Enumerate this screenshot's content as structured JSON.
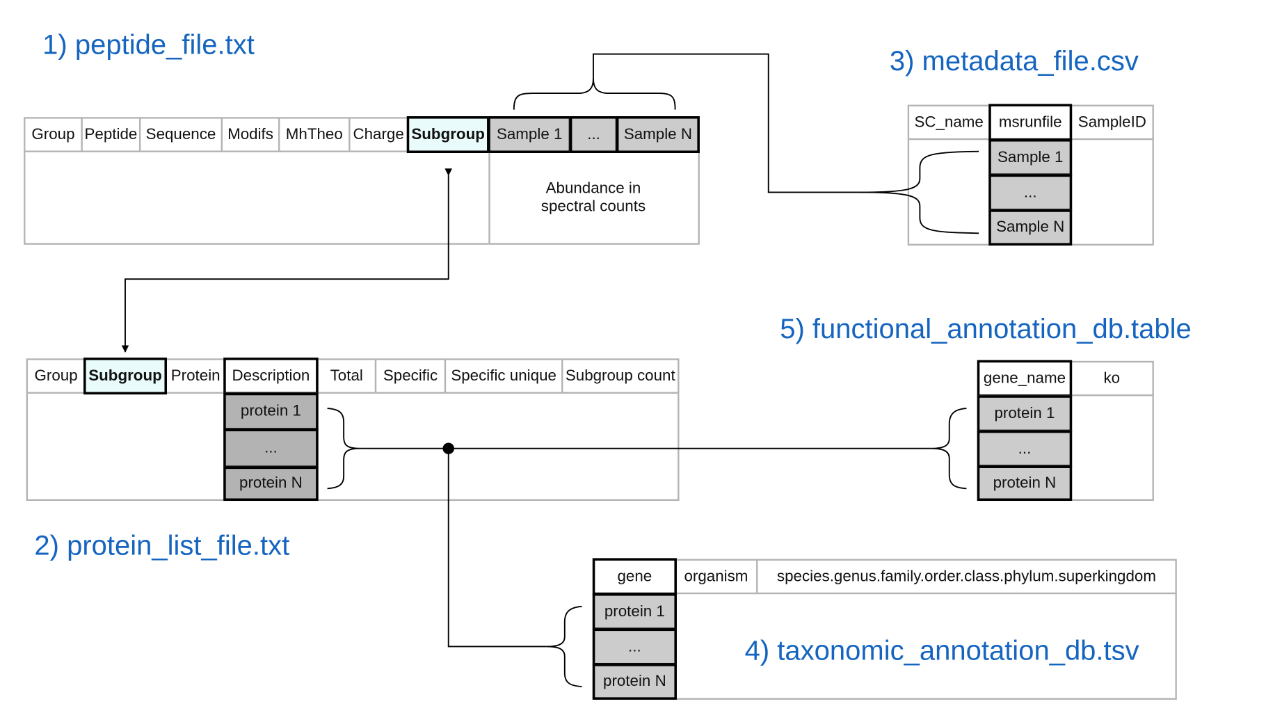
{
  "titles": {
    "peptide": "1)   peptide_file.txt",
    "protein": "2) protein_list_file.txt",
    "metadata": "3) metadata_file.csv",
    "taxonomic": "4) taxonomic_annotation_db.tsv",
    "functional": "5) functional_annotation_db.table"
  },
  "peptide_file": {
    "headers": [
      "Group",
      "Peptide",
      "Sequence",
      "Modifs",
      "MhTheo",
      "Charge",
      "Subgroup",
      "Sample 1",
      "...",
      "Sample N"
    ],
    "abundance_note": "Abundance in\nspectral counts"
  },
  "protein_list_file": {
    "headers": [
      "Group",
      "Subgroup",
      "Protein",
      "Description",
      "Total",
      "Specific",
      "Specific unique",
      "Subgroup count"
    ],
    "rows": [
      "protein 1",
      "...",
      "protein N"
    ]
  },
  "metadata_file": {
    "headers": [
      "SC_name",
      "msrunfile",
      "SampleID"
    ],
    "rows": [
      "Sample 1",
      "...",
      "Sample N"
    ]
  },
  "functional_db": {
    "headers": [
      "gene_name",
      "ko"
    ],
    "rows": [
      "protein 1",
      "...",
      "protein N"
    ]
  },
  "taxonomic_db": {
    "headers": [
      "gene",
      "organism",
      "species.genus.family.order.class.phylum.superkingdom"
    ],
    "rows": [
      "protein 1",
      "...",
      "protein N"
    ]
  },
  "colors": {
    "title": "#1565c0",
    "key_column": "#e9fbfb",
    "data_cell": "#cccccc",
    "data_cell_dark": "#b3b3b3",
    "table_border": "#b3b3b3",
    "connector": "#000000"
  }
}
